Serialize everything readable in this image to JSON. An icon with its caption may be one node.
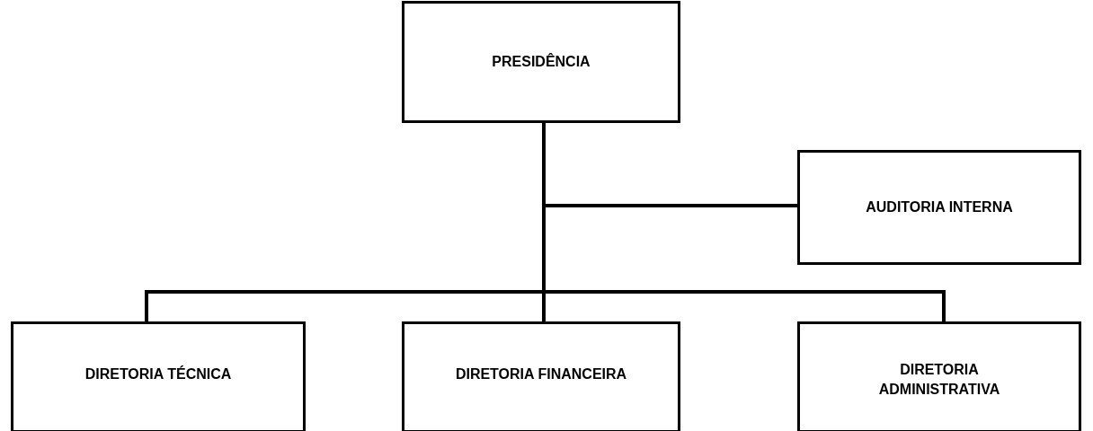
{
  "diagram": {
    "nodes": [
      {
        "text": [
          "PRESIDÊNCIA"
        ]
      },
      {
        "text": [
          "AUDITORIA INTERNA"
        ]
      },
      {
        "text": [
          "DIRETORIA TÉCNICA"
        ]
      },
      {
        "text": [
          "DIRETORIA FINANCEIRA"
        ]
      },
      {
        "text": [
          "DIRETORIA ADMINISTRATIVA"
        ]
      }
    ],
    "edges": [
      {
        "from": 0,
        "to": 1,
        "arrow": "none"
      },
      {
        "from": 0,
        "to": 2,
        "arrow": "none"
      },
      {
        "from": 0,
        "to": 3,
        "arrow": "none"
      },
      {
        "from": 0,
        "to": 4,
        "arrow": "none"
      }
    ]
  }
}
